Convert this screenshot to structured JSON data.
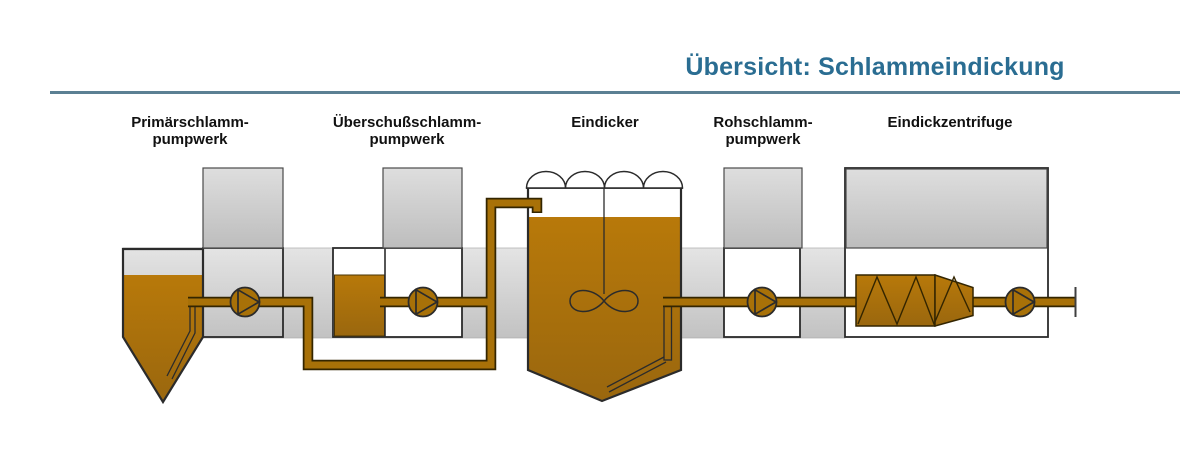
{
  "header": {
    "title": "Übersicht: Schlammeindickung"
  },
  "diagram": {
    "stations": [
      {
        "name": "primary-sludge-pump-station",
        "label_line1": "Primärschlamm-",
        "label_line2": "pumpwerk"
      },
      {
        "name": "excess-sludge-pump-station",
        "label_line1": "Überschußschlamm-",
        "label_line2": "pumpwerk"
      },
      {
        "name": "thickener",
        "label_line1": "Eindicker",
        "label_line2": ""
      },
      {
        "name": "raw-sludge-pump-station",
        "label_line1": "Rohschlamm-",
        "label_line2": "pumpwerk"
      },
      {
        "name": "thickening-centrifuge",
        "label_line1": "Eindickzentrifuge",
        "label_line2": ""
      }
    ],
    "colors": {
      "sludge_top": "#b8790a",
      "sludge_bottom": "#9a670e",
      "pipe": "#a87108",
      "pipe_outline": "#332500",
      "outline": "#2b2b2b",
      "band_top": "#e4e4e4",
      "band_bottom": "#c2c2c2",
      "building_top": "#dedede",
      "building_bottom": "#bdbdbd",
      "title_color": "#2a6d92",
      "rule_color": "#5b8093",
      "label_color": "#111111"
    }
  }
}
